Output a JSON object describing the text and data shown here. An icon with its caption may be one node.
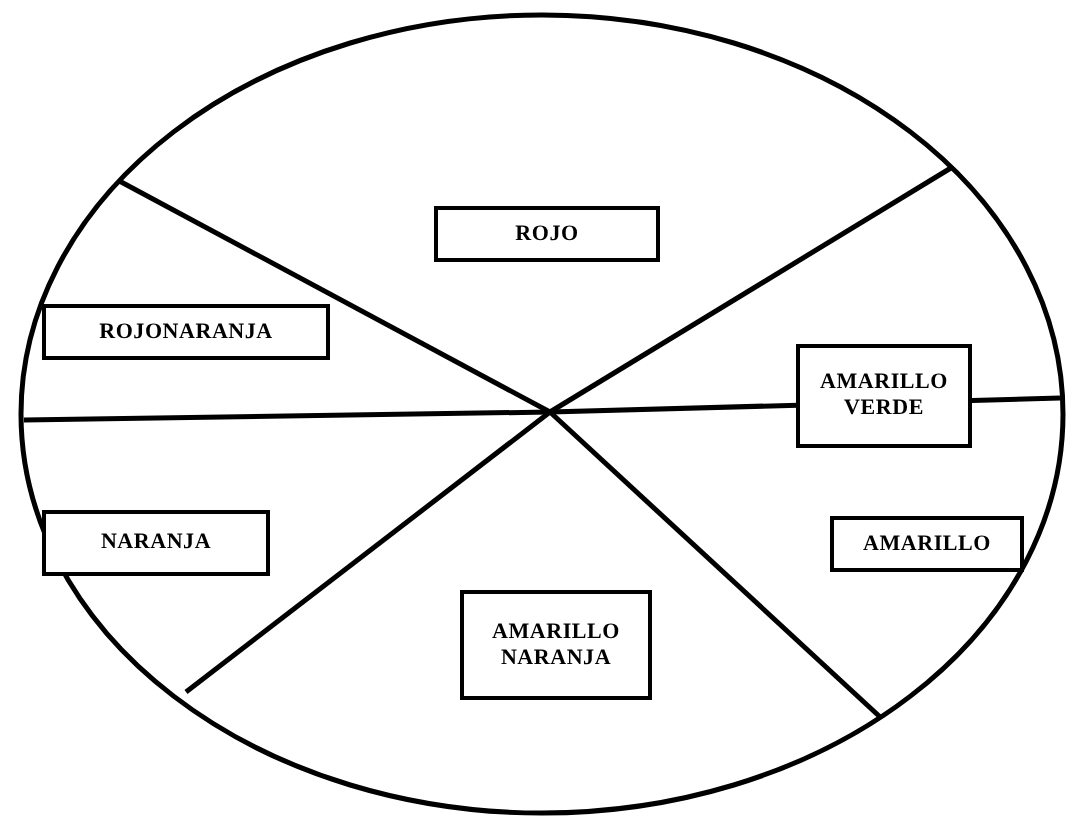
{
  "diagram": {
    "nodes": [
      {
        "text": [],
        "shape": "circle"
      },
      {
        "text": [
          "ROJO"
        ],
        "in": 0
      },
      {
        "text": [
          "ROJONARANJA"
        ],
        "in": 0
      },
      {
        "text": [
          "AMARILLO VERDE"
        ],
        "in": 0
      },
      {
        "text": [
          "NARANJA"
        ],
        "in": 0
      },
      {
        "text": [
          "AMARILLO"
        ],
        "in": 0
      },
      {
        "text": [
          "AMARILLO NARANJA"
        ],
        "in": 0
      }
    ]
  }
}
